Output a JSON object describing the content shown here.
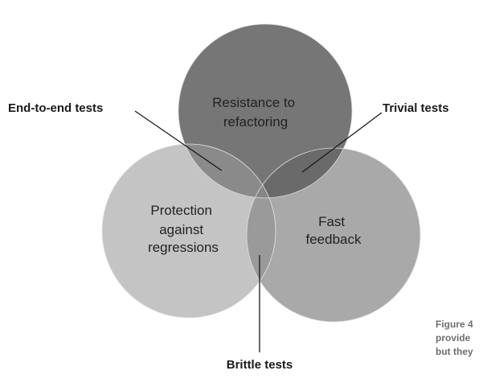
{
  "circles": {
    "top": {
      "label_lines": [
        "Resistance to",
        "refactoring"
      ]
    },
    "left": {
      "label_lines": [
        "Protection",
        "against",
        "regressions"
      ]
    },
    "right": {
      "label_lines": [
        "Fast",
        "feedback"
      ]
    }
  },
  "callouts": {
    "end_to_end": "End-to-end tests",
    "trivial": "Trivial tests",
    "brittle": "Brittle tests"
  },
  "caption": {
    "lines": [
      "Figure 4",
      "provide",
      "but they"
    ]
  },
  "colors": {
    "top_circle": "#767676",
    "left_circle": "#c4c4c4",
    "right_circle": "#a9a9a9",
    "overlap_top_left": "#8a8a8a",
    "overlap_top_right": "#6a6a6a",
    "overlap_left_right": "#9a9a9a",
    "overlap_center": "#858585",
    "callout_text": "#1a1a1a",
    "caption_text": "#6e6e6e"
  }
}
